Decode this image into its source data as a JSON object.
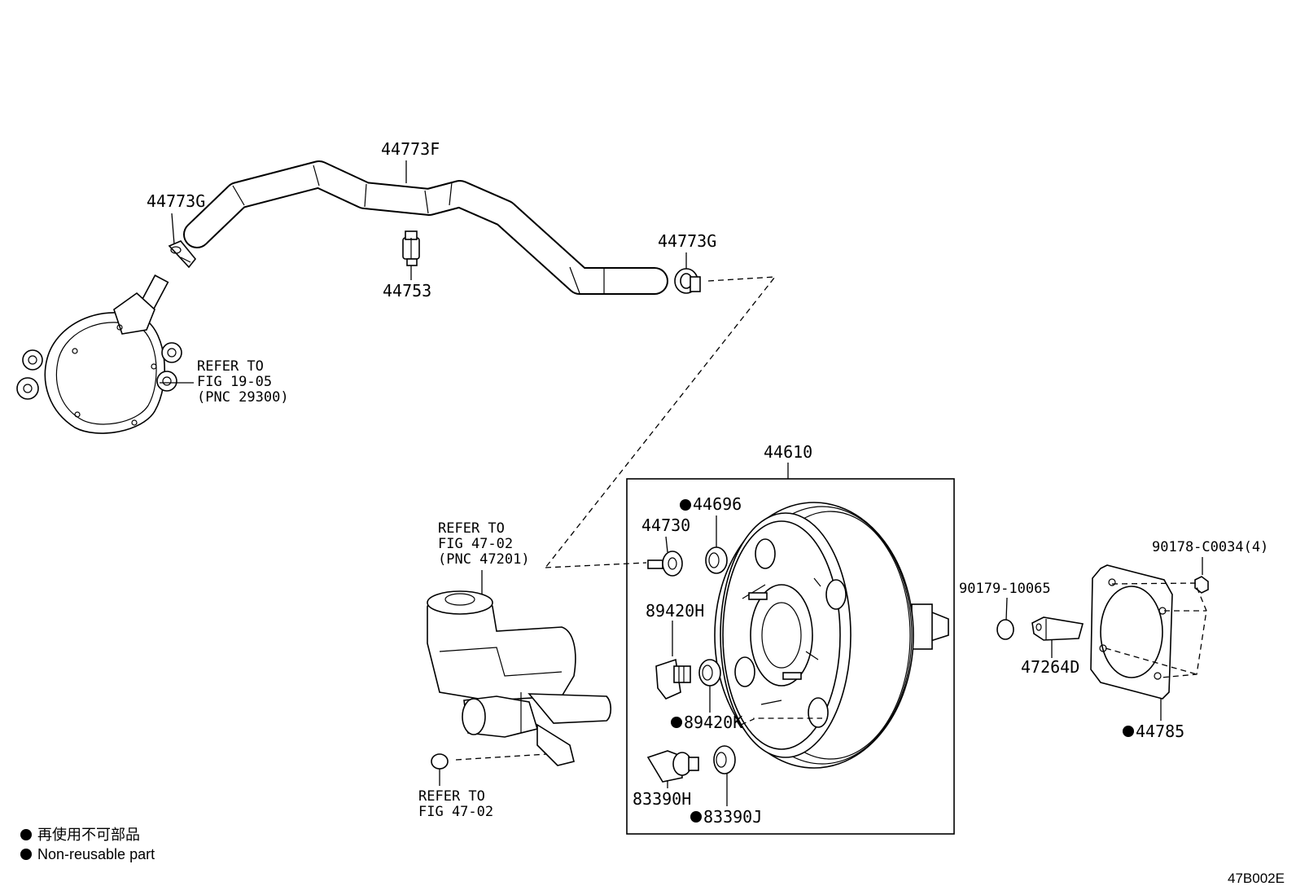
{
  "labels": {
    "p44773F": "44773F",
    "p44773G_left": "44773G",
    "p44773G_right": "44773G",
    "p44753": "44753",
    "p44610": "44610",
    "p44696": "44696",
    "p44730": "44730",
    "p89420H": "89420H",
    "p89420K": "89420K",
    "p83390H": "83390H",
    "p83390J": "83390J",
    "p90179": "90179-10065",
    "p47264D": "47264D",
    "p90178": "90178-C0034(4)",
    "p44785": "44785"
  },
  "refs": {
    "pump": [
      "REFER TO",
      "FIG 19-05",
      "(PNC 29300)"
    ],
    "master": [
      "REFER TO",
      "FIG 47-02",
      "(PNC 47201)"
    ],
    "cap": [
      "REFER TO",
      "FIG 47-02"
    ]
  },
  "legend": {
    "jp": "再使用不可部品",
    "en": "Non-reusable part"
  },
  "figure_code": "47B002E"
}
